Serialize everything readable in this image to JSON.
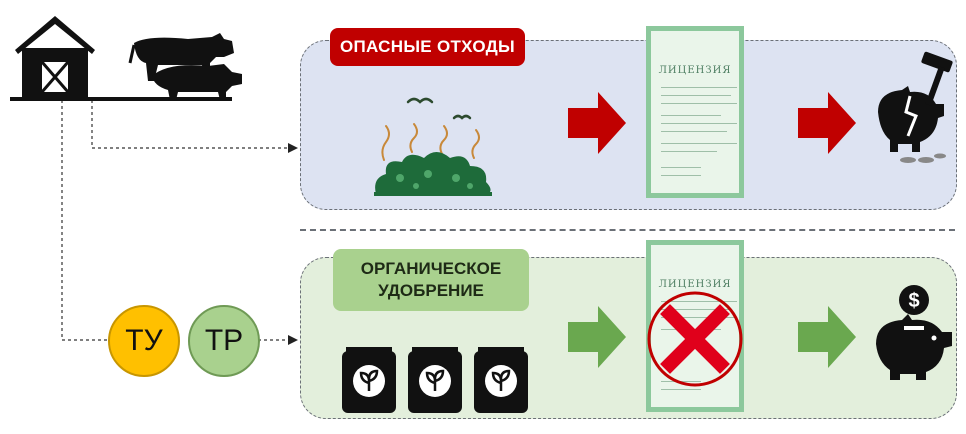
{
  "labels": {
    "hazardous_waste": "ОПАСНЫЕ ОТХОДЫ",
    "organic_fertilizer_line1": "ОРГАНИЧЕСКОЕ",
    "organic_fertilizer_line2": "УДОБРЕНИЕ",
    "license_title": "ЛИЦЕНЗИЯ",
    "ty": "ТУ",
    "tp": "ТР"
  },
  "colors": {
    "red_accent": "#c00000",
    "green_accent": "#6aa84f",
    "ty_circle": "#ffc000",
    "tp_circle": "#a9d18e",
    "top_panel": "#dde3f2",
    "bottom_panel": "#e3efdc"
  },
  "icons": [
    "barn-icon",
    "cow-icon",
    "pig-icon",
    "waste-bush-icon",
    "fertilizer-bag-icon",
    "broken-piggy-bank-icon",
    "hammer-icon",
    "piggy-bank-dollar-icon",
    "license-document-icon",
    "red-x-icon"
  ]
}
